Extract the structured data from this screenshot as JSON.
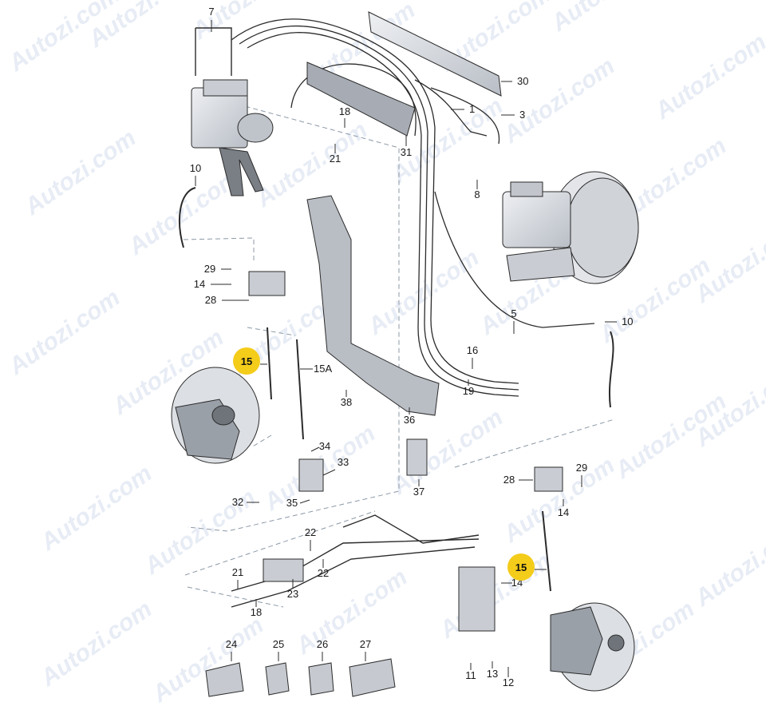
{
  "colors": {
    "background": "#ffffff",
    "part_fill": "#d4d7dc",
    "part_stroke": "#2b2b2b",
    "dashed_frame": "#8c99a6",
    "highlight": "#f4cc1a",
    "watermark": "#e7ecf5"
  },
  "watermark_text": "Autozi.com",
  "callouts": [
    {
      "id": "c7",
      "label": "7"
    },
    {
      "id": "c30",
      "label": "30"
    },
    {
      "id": "c1",
      "label": "1"
    },
    {
      "id": "c3",
      "label": "3"
    },
    {
      "id": "c18a",
      "label": "18"
    },
    {
      "id": "c21a",
      "label": "21"
    },
    {
      "id": "c31",
      "label": "31"
    },
    {
      "id": "c10a",
      "label": "10"
    },
    {
      "id": "c8",
      "label": "8"
    },
    {
      "id": "c29a",
      "label": "29"
    },
    {
      "id": "c14a",
      "label": "14"
    },
    {
      "id": "c28a",
      "label": "28"
    },
    {
      "id": "c15A",
      "label": "15A"
    },
    {
      "id": "c38",
      "label": "38"
    },
    {
      "id": "c36",
      "label": "36"
    },
    {
      "id": "c5",
      "label": "5"
    },
    {
      "id": "c10b",
      "label": "10"
    },
    {
      "id": "c16",
      "label": "16"
    },
    {
      "id": "c19",
      "label": "19"
    },
    {
      "id": "c34",
      "label": "34"
    },
    {
      "id": "c33",
      "label": "33"
    },
    {
      "id": "c35",
      "label": "35"
    },
    {
      "id": "c37",
      "label": "37"
    },
    {
      "id": "c32",
      "label": "32"
    },
    {
      "id": "c28b",
      "label": "28"
    },
    {
      "id": "c29b",
      "label": "29"
    },
    {
      "id": "c14b",
      "label": "14"
    },
    {
      "id": "c22a",
      "label": "22"
    },
    {
      "id": "c22b",
      "label": "22"
    },
    {
      "id": "c21b",
      "label": "21"
    },
    {
      "id": "c23",
      "label": "23"
    },
    {
      "id": "c18b",
      "label": "18"
    },
    {
      "id": "c14c",
      "label": "14"
    },
    {
      "id": "c11",
      "label": "11"
    },
    {
      "id": "c13",
      "label": "13"
    },
    {
      "id": "c12",
      "label": "12"
    },
    {
      "id": "c24",
      "label": "24"
    },
    {
      "id": "c25",
      "label": "25"
    },
    {
      "id": "c26",
      "label": "26"
    },
    {
      "id": "c27",
      "label": "27"
    }
  ],
  "highlighted": [
    {
      "id": "h15a",
      "label": "15"
    },
    {
      "id": "h15b",
      "label": "15"
    }
  ]
}
